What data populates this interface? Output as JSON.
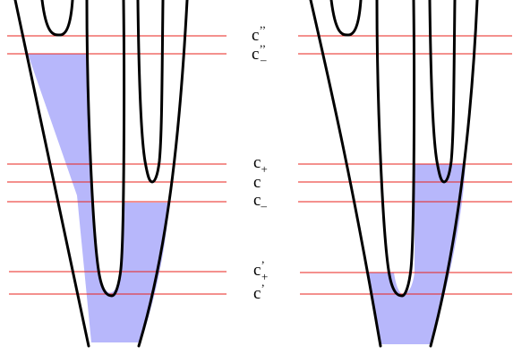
{
  "colors": {
    "level_line": "#e8231d",
    "fill": "#b7b7fb",
    "curve": "#000000",
    "background": "#ffffff"
  },
  "labels": {
    "c_dd": {
      "base": "c",
      "sup": "’’",
      "sub": ""
    },
    "c_dd_minus": {
      "base": "c",
      "sup": "’’",
      "sub": "–"
    },
    "c_plus": {
      "base": "c",
      "sup": "",
      "sub": "+"
    },
    "c": {
      "base": "c",
      "sup": "",
      "sub": ""
    },
    "c_minus": {
      "base": "c",
      "sup": "",
      "sub": "–"
    },
    "c_p_plus": {
      "base": "c",
      "sup": "’",
      "sub": "+"
    },
    "c_p": {
      "base": "c",
      "sup": "’",
      "sub": ""
    }
  }
}
